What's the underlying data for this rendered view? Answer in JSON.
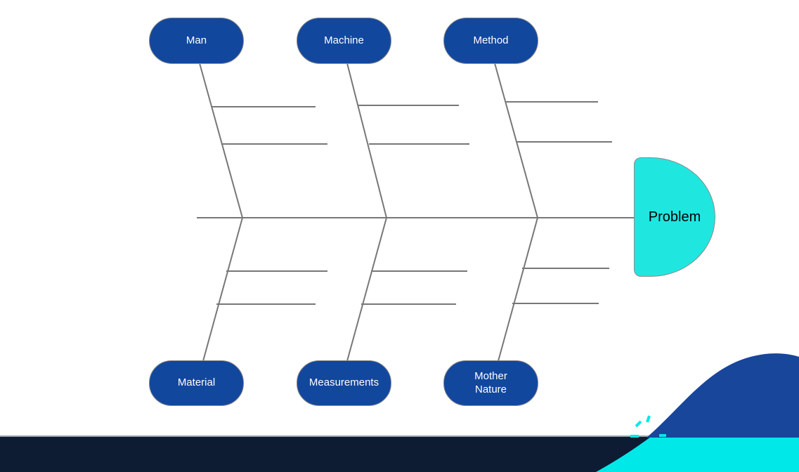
{
  "diagram": {
    "type": "fishbone-cause-effect",
    "effect": {
      "label": "Problem"
    },
    "top_categories": [
      {
        "label": "Man"
      },
      {
        "label": "Machine"
      },
      {
        "label": "Method"
      }
    ],
    "bottom_categories": [
      {
        "label": "Material"
      },
      {
        "label": "Measurements"
      },
      {
        "label": "Mother\nNature"
      }
    ],
    "sub_branches_per_category": 2
  },
  "colors": {
    "category_fill": "#12479E",
    "category_text": "#FFFFFF",
    "effect_fill": "#1FE7E0",
    "effect_text": "#000000",
    "bone_line": "#777777",
    "shape_border": "#8A8A8A",
    "footer_navy": "#0D1B33",
    "footer_cyan": "#00E8E8",
    "footer_wave_blue": "#17469B",
    "footer_edge_line": "#9AA0AB"
  }
}
